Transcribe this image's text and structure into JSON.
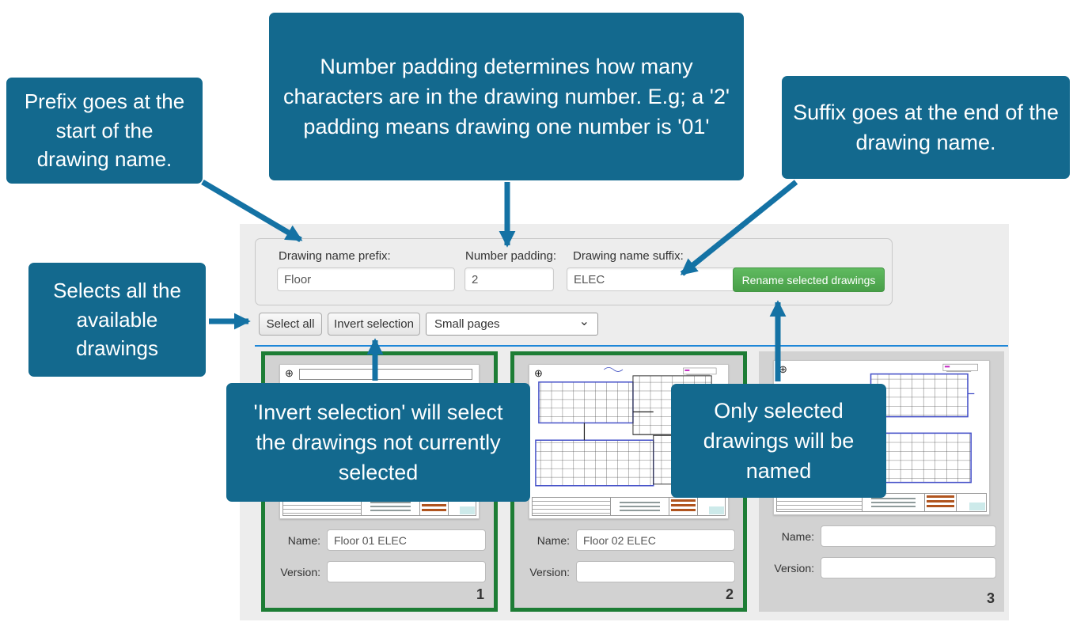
{
  "callouts": {
    "prefix": {
      "text": "Prefix goes at the start of the drawing name."
    },
    "padding": {
      "text": "Number padding determines how many characters are in the drawing number. E.g; a '2' padding means drawing one number is '01'"
    },
    "suffix": {
      "text": "Suffix goes at the end of the drawing name."
    },
    "select_all": {
      "text": "Selects all the available drawings"
    },
    "invert": {
      "text": "'Invert selection' will select the drawings not currently selected"
    },
    "only_selected": {
      "text": "Only selected drawings will be named"
    }
  },
  "form": {
    "prefix_label": "Drawing name prefix:",
    "prefix_value": "Floor",
    "padding_label": "Number padding:",
    "padding_value": "2",
    "suffix_label": "Drawing name suffix:",
    "suffix_value": "ELEC",
    "rename_button": "Rename selected drawings"
  },
  "toolbar": {
    "select_all_button": "Select all",
    "invert_selection_button": "Invert selection",
    "page_filter_selected": "Small pages"
  },
  "drawings": {
    "cards": [
      {
        "name_label": "Name:",
        "name_value": "Floor 01 ELEC",
        "version_label": "Version:",
        "version_value": "",
        "number": "1",
        "selected": true
      },
      {
        "name_label": "Name:",
        "name_value": "Floor 02 ELEC",
        "version_label": "Version:",
        "version_value": "",
        "number": "2",
        "selected": true
      },
      {
        "name_label": "Name:",
        "name_value": "",
        "version_label": "Version:",
        "version_value": "",
        "number": "3",
        "selected": false
      }
    ]
  },
  "icons": {
    "chevron_down": "⌄",
    "compass": "⊕"
  },
  "colors": {
    "callout_background": "#13698e",
    "arrow": "#1472a4",
    "rename_button_green": "#5cb85c",
    "selected_card_border_green": "#1d7d35",
    "divider_blue": "#1e87d8"
  }
}
